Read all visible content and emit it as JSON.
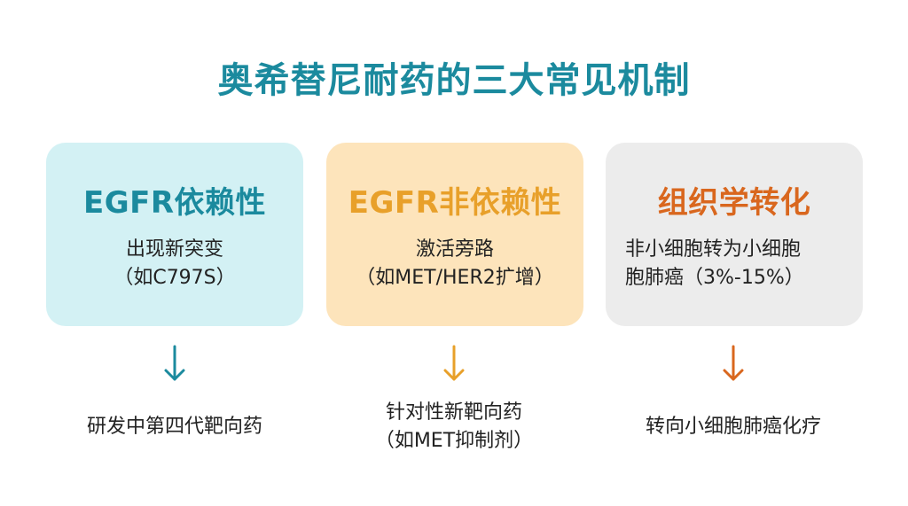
{
  "title": "奥希替尼耐药的三大常见机制",
  "colors": {
    "title": "#1b8a9e",
    "card1_bg": "#d3f1f4",
    "card1_accent": "#1b8a9e",
    "card2_bg": "#fde4bb",
    "card2_accent": "#e8a02a",
    "card3_bg": "#ececec",
    "card3_accent": "#d9671e"
  },
  "mechanisms": [
    {
      "heading": "EGFR依赖性",
      "desc_lines": [
        "出现新突变",
        "（如C797S）"
      ],
      "arrow_icon": "down-arrow",
      "result_lines": [
        "研发中第四代靶向药"
      ]
    },
    {
      "heading": "EGFR非依赖性",
      "desc_lines": [
        "激活旁路",
        "（如MET/HER2扩增）"
      ],
      "arrow_icon": "down-arrow",
      "result_lines": [
        "针对性新靶向药",
        "（如MET抑制剂）"
      ]
    },
    {
      "heading": "组织学转化",
      "desc_lines": [
        "非小细胞转为小细胞",
        "胞肺癌（3%-15%）"
      ],
      "arrow_icon": "down-arrow",
      "result_lines": [
        "转向小细胞肺癌化疗"
      ]
    }
  ]
}
